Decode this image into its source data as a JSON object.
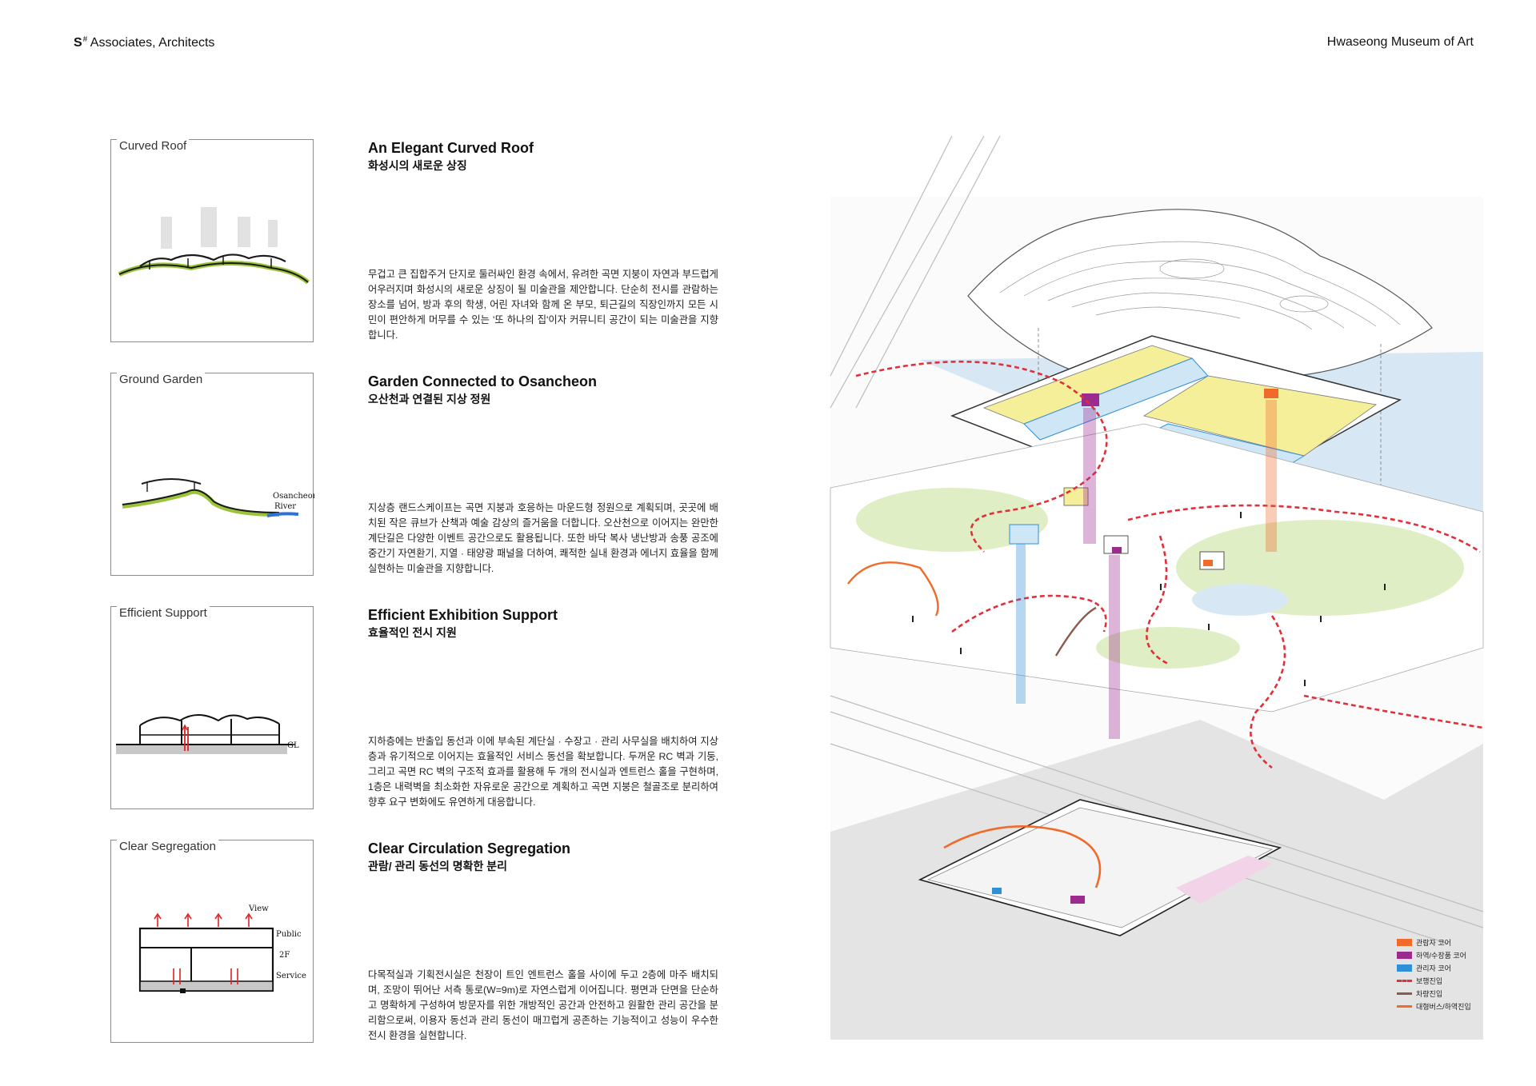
{
  "header": {
    "left_mark": "S",
    "left_mark_sup": "#",
    "left_name": "Associates, Architects",
    "right_title": "Hwaseong Museum of Art"
  },
  "sections": [
    {
      "card_label": "Curved Roof",
      "title": "An Elegant Curved Roof",
      "subtitle": "화성시의 새로운 상징",
      "body": "무겁고 큰 집합주거 단지로 둘러싸인 환경 속에서, 유려한 곡면 지붕이 자연과 부드럽게 어우러지며 화성시의 새로운 상징이 될 미술관을 제안합니다. 단순히 전시를 관람하는 장소를 넘어, 방과 후의 학생, 어린 자녀와 함께 온 부모, 퇴근길의 직장인까지 모든 시민이 편안하게 머무를 수 있는 '또 하나의 집'이자 커뮤니티 공간이 되는 미술관을 지향합니다."
    },
    {
      "card_label": "Ground Garden",
      "title": "Garden Connected to Osancheon",
      "subtitle": "오산천과 연결된 지상 정원",
      "body": "지상층 랜드스케이프는 곡면 지붕과 호응하는 마운드형 정원으로 계획되며, 곳곳에 배치된 작은 큐브가 산책과 예술 감상의 즐거움을 더합니다. 오산천으로 이어지는 완만한 계단길은 다양한 이벤트 공간으로도 활용됩니다. 또한 바닥 복사 냉난방과 송풍 공조에 중간기 자연환기, 지열 · 태양광 패널을 더하여, 쾌적한 실내 환경과 에너지 효율을 함께 실현하는 미술관을 지향합니다.",
      "sketch_labels": [
        "Osancheon",
        "River"
      ]
    },
    {
      "card_label": "Efficient Support",
      "title": "Efficient Exhibition Support",
      "subtitle": "효율적인 전시 지원",
      "body": "지하층에는 반출입 동선과 이에 부속된 계단실 · 수장고 · 관리 사무실을 배치하여 지상층과 유기적으로 이어지는 효율적인 서비스 동선을 확보합니다. 두꺼운 RC 벽과 기둥, 그리고 곡면 RC 벽의 구조적 효과를 활용해 두 개의 전시실과 엔트런스 홀을 구현하며, 1층은 내력벽을 최소화한 자유로운 공간으로 계획하고 곡면 지붕은 철골조로 분리하여 향후 요구 변화에도 유연하게 대응합니다.",
      "sketch_labels": [
        "GL"
      ]
    },
    {
      "card_label": "Clear Segregation",
      "title": "Clear Circulation Segregation",
      "subtitle": "관람/ 관리 동선의 명확한 분리",
      "body": "다목적실과 기획전시실은 천장이 트인 엔트런스 홀을 사이에 두고 2층에 마주 배치되며, 조망이 뛰어난 서측 통로(W=9m)로 자연스럽게 이어집니다. 평면과 단면을 단순하고 명확하게 구성하여 방문자를 위한 개방적인 공간과 안전하고 원활한 관리 공간을 분리함으로써, 이용자 동선과 관리 동선이 매끄럽게 공존하는 기능적이고 성능이 우수한 전시 환경을 실현합니다.",
      "sketch_labels": [
        "View",
        "Public",
        "2F",
        "Service"
      ]
    }
  ],
  "legend": [
    {
      "label": "관람자 코어",
      "color": "#f26a2a",
      "kind": "swatch"
    },
    {
      "label": "하역/수장품 코어",
      "color": "#9b2b8f",
      "kind": "swatch"
    },
    {
      "label": "관리자 코어",
      "color": "#2f8fd8",
      "kind": "swatch"
    },
    {
      "label": "보행진입",
      "color": "#e0303a",
      "kind": "dashed"
    },
    {
      "label": "차량진입",
      "color": "#8b5a4a",
      "kind": "line"
    },
    {
      "label": "대형버스/하역진입",
      "color": "#f26a2a",
      "kind": "line"
    }
  ]
}
